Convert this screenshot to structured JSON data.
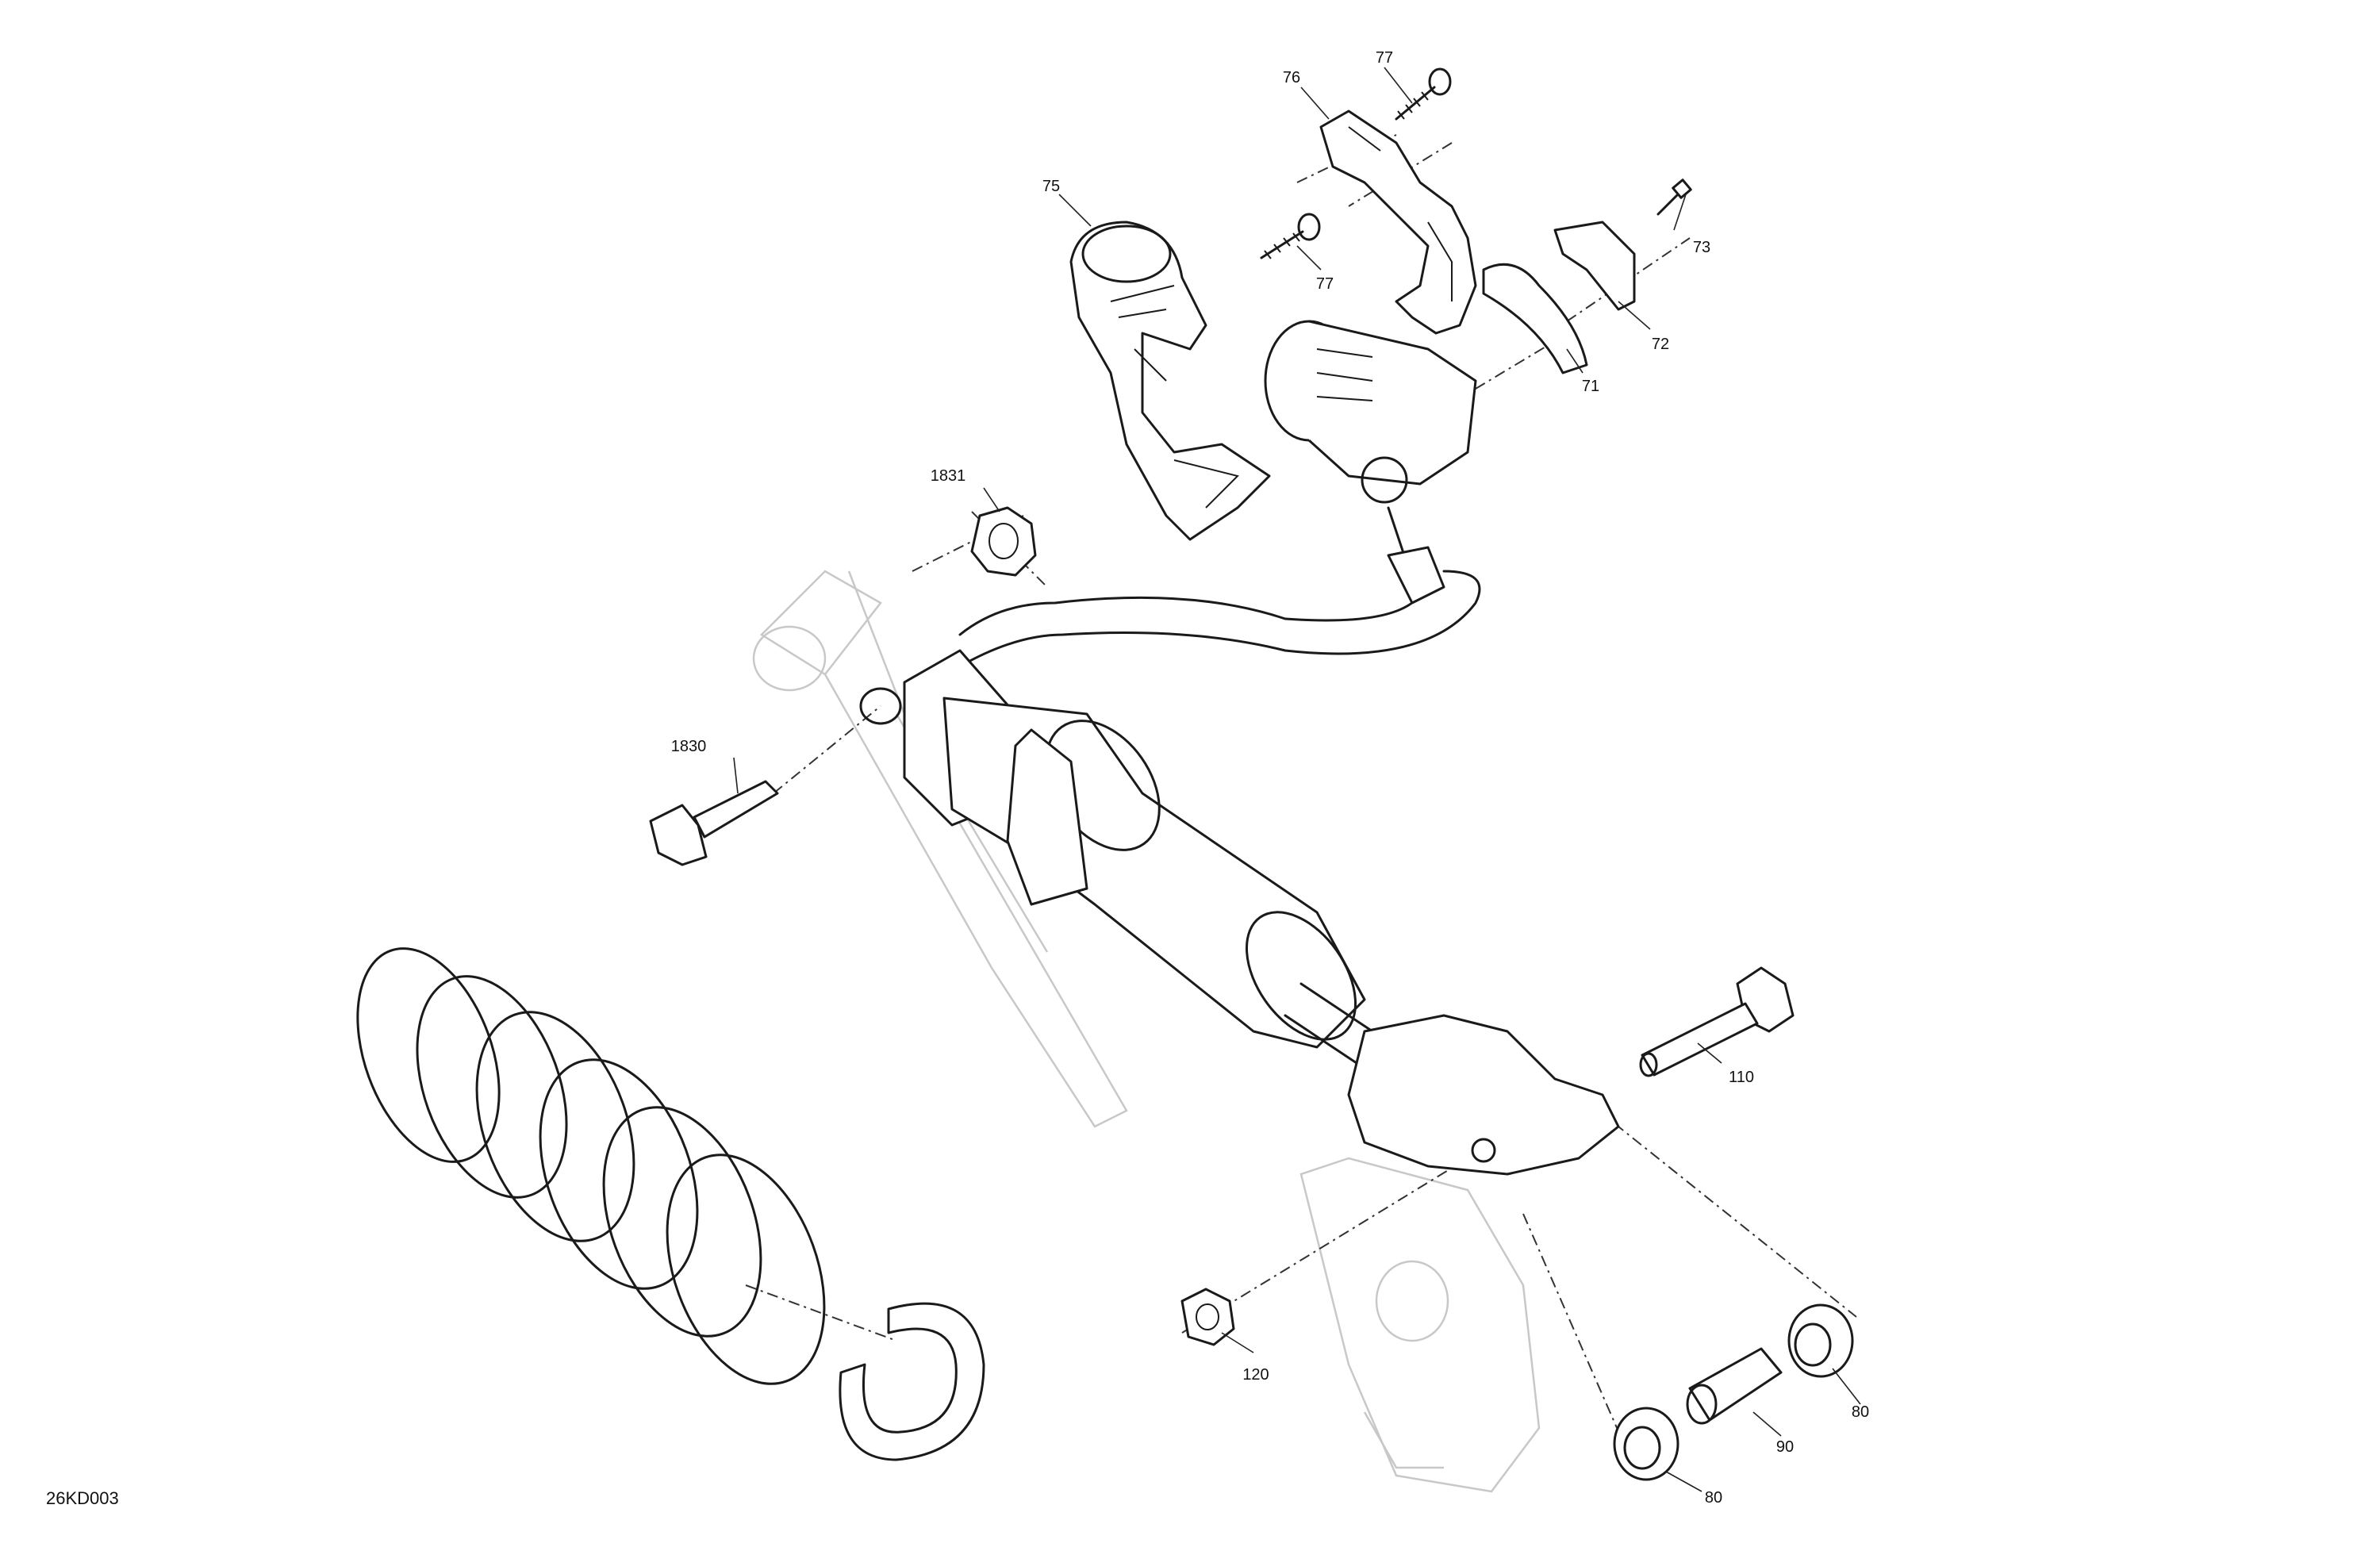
{
  "diagram": {
    "drawing_id": "26KD003",
    "callouts": [
      {
        "id": "c76",
        "label": "76"
      },
      {
        "id": "c77a",
        "label": "77"
      },
      {
        "id": "c75",
        "label": "75"
      },
      {
        "id": "c77b",
        "label": "77"
      },
      {
        "id": "c73",
        "label": "73"
      },
      {
        "id": "c72",
        "label": "72"
      },
      {
        "id": "c71",
        "label": "71"
      },
      {
        "id": "c1831",
        "label": "1831"
      },
      {
        "id": "c1830",
        "label": "1830"
      },
      {
        "id": "c110",
        "label": "110"
      },
      {
        "id": "c120",
        "label": "120"
      },
      {
        "id": "c80a",
        "label": "80"
      },
      {
        "id": "c90",
        "label": "90"
      },
      {
        "id": "c80b",
        "label": "80"
      }
    ]
  }
}
